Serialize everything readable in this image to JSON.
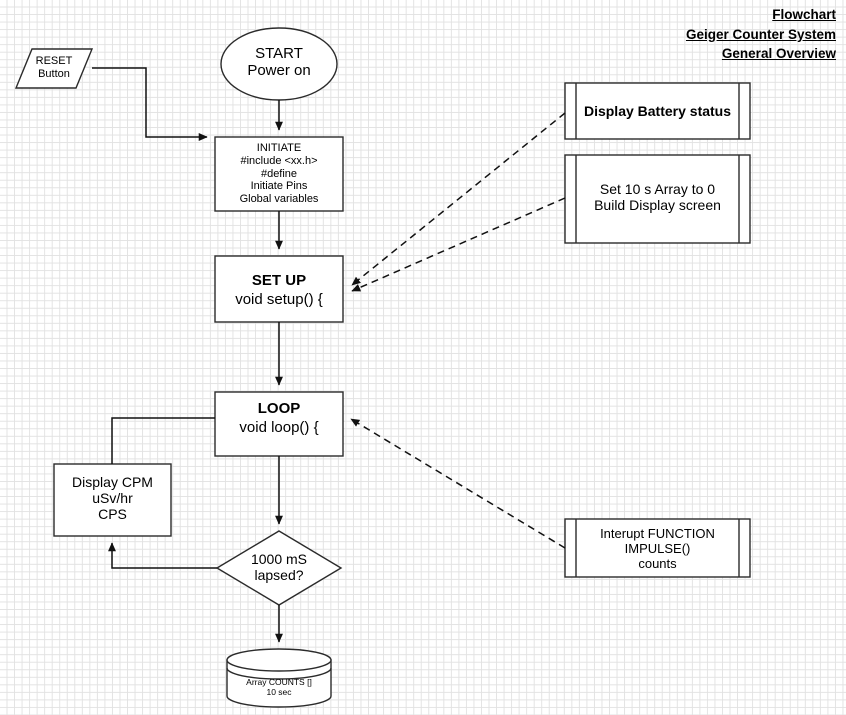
{
  "title": {
    "line1": "Flowchart",
    "line2": "Geiger Counter System",
    "line3": "General Overview"
  },
  "nodes": {
    "reset": {
      "label": "RESET\nButton",
      "shape": "parallelogram"
    },
    "start": {
      "label": "START\nPower on",
      "shape": "ellipse"
    },
    "initiate": {
      "label": "INITIATE\n#include <xx.h>\n#define\nInitiate Pins\nGlobal variables",
      "shape": "process"
    },
    "setup": {
      "title": "SET UP",
      "sub": "void setup() {",
      "shape": "process"
    },
    "loop": {
      "title": "LOOP",
      "sub": "void loop() {",
      "shape": "process"
    },
    "display_cpm": {
      "label": "Display CPM\nuSv/hr\nCPS",
      "shape": "process"
    },
    "decision": {
      "label": "1000 mS\nlapsed?",
      "shape": "decision"
    },
    "array_counts": {
      "label": "Array COUNTS []\n10 sec",
      "shape": "database"
    },
    "battery_status": {
      "label": "Display Battery status",
      "shape": "predefined-process"
    },
    "build_display": {
      "label": "Set 10 s Array to 0\nBuild Display screen",
      "shape": "predefined-process"
    },
    "interrupt": {
      "label": "Interupt FUNCTION\nIMPULSE()\ncounts",
      "shape": "predefined-process"
    }
  },
  "colors": {
    "stroke": "#2b2b2b",
    "fill": "#ffffff",
    "grid": "#e2e2e2",
    "text": "#000000"
  },
  "connectors": [
    {
      "name": "reset-to-initiate",
      "style": "solid",
      "arrow": true
    },
    {
      "name": "start-to-initiate",
      "style": "solid",
      "arrow": true
    },
    {
      "name": "initiate-to-setup",
      "style": "solid",
      "arrow": true
    },
    {
      "name": "setup-to-loop",
      "style": "solid",
      "arrow": true
    },
    {
      "name": "loop-to-decision",
      "style": "solid",
      "arrow": true
    },
    {
      "name": "loop-to-display-cpm",
      "style": "solid",
      "arrow": false
    },
    {
      "name": "decision-to-display-cpm",
      "style": "solid",
      "arrow": true
    },
    {
      "name": "decision-to-array-counts",
      "style": "solid",
      "arrow": true
    },
    {
      "name": "battery-status-to-setup",
      "style": "dashed",
      "arrow": true
    },
    {
      "name": "build-display-to-setup",
      "style": "dashed",
      "arrow": true
    },
    {
      "name": "interrupt-to-loop",
      "style": "dashed",
      "arrow": true
    }
  ]
}
